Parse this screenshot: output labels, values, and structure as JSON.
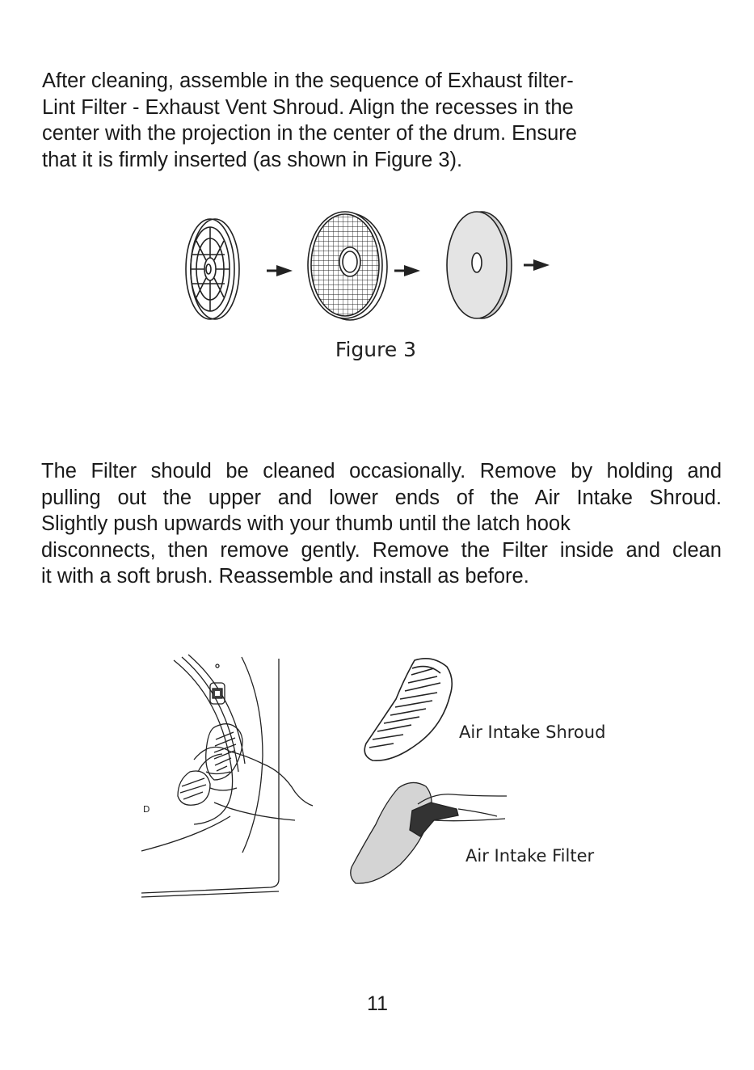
{
  "paragraph1": {
    "lines": [
      "After cleaning, assemble in the sequence of Exhaust filter-",
      "Lint Filter - Exhaust Vent Shroud. Align the recesses in the",
      "center with the projection in the center of the drum. Ensure",
      "that it is firmly inserted (as shown in Figure 3)."
    ]
  },
  "figure3": {
    "caption": "Figure 3",
    "icons": [
      "exhaust-filter-icon",
      "arrow-right-icon",
      "lint-filter-icon",
      "arrow-right-icon",
      "vent-shroud-icon",
      "arrow-right-icon"
    ]
  },
  "paragraph2": {
    "lines": [
      "The Filter should be cleaned occasionally. Remove by holding and",
      "pulling out the upper and lower ends of the Air Intake Shroud.",
      "Slightly push upwards with your thumb until the latch hook",
      "disconnects, then remove gently. Remove the Filter inside and clean",
      "it with a soft brush. Reassemble and install as before."
    ]
  },
  "figure4": {
    "labels": {
      "shroud": "Air Intake Shroud",
      "filter": "Air Intake Filter"
    },
    "icons": [
      "dryer-door-hand-icon",
      "air-intake-shroud-icon",
      "air-intake-filter-brush-icon"
    ]
  },
  "page_number": "11"
}
